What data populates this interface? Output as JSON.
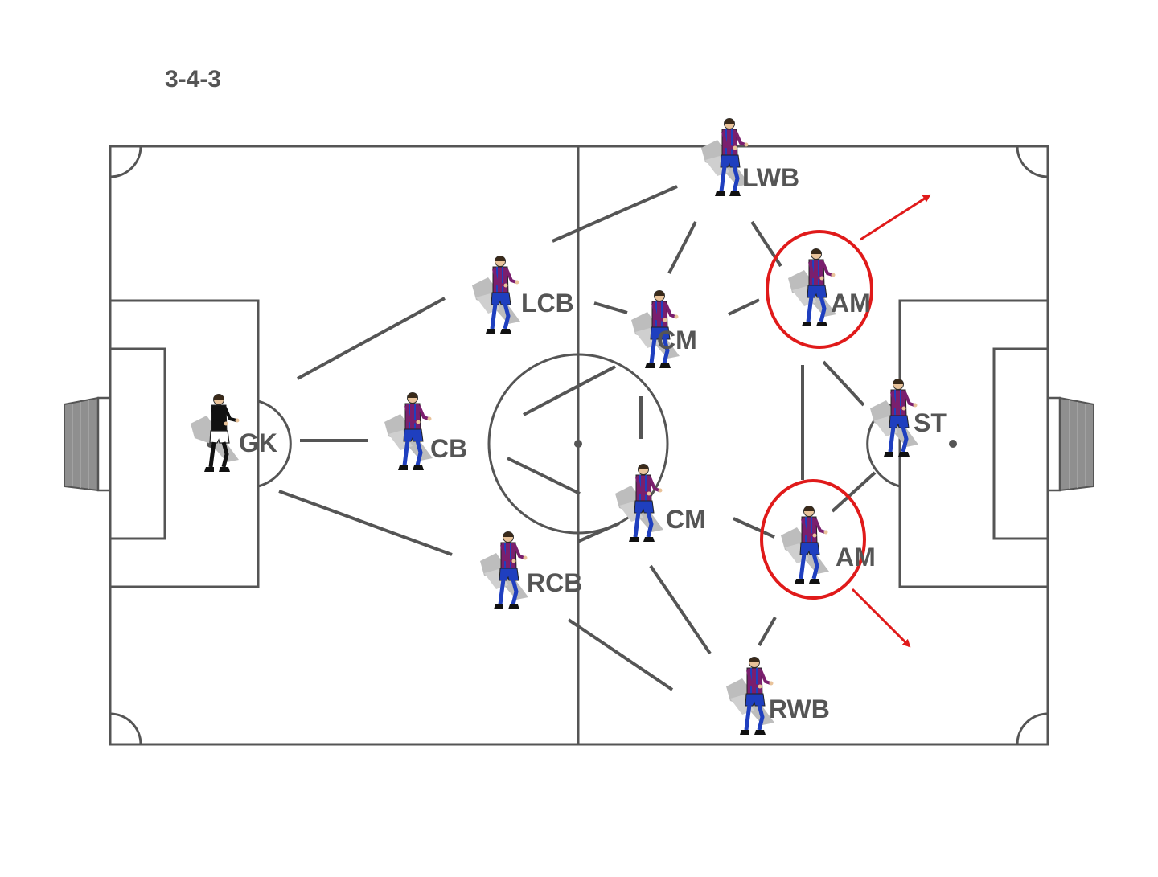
{
  "formation": "3-4-3",
  "players": [
    {
      "id": "gk",
      "label": "GK"
    },
    {
      "id": "cb",
      "label": "CB"
    },
    {
      "id": "lcb",
      "label": "LCB"
    },
    {
      "id": "rcb",
      "label": "RCB"
    },
    {
      "id": "lwb",
      "label": "LWB"
    },
    {
      "id": "cm-top",
      "label": "CM"
    },
    {
      "id": "cm-bottom",
      "label": "CM"
    },
    {
      "id": "rwb",
      "label": "RWB"
    },
    {
      "id": "am-top",
      "label": "AM"
    },
    {
      "id": "am-bottom",
      "label": "AM"
    },
    {
      "id": "st",
      "label": "ST"
    }
  ],
  "colors": {
    "pitch_line": "#555555",
    "link_line": "#555555",
    "highlight": "#e01a1a",
    "shirt": "#7a1f6e",
    "shorts": "#1f3fbf",
    "keeper_shirt": "#111111",
    "goal_net": "#8f8f8f"
  }
}
